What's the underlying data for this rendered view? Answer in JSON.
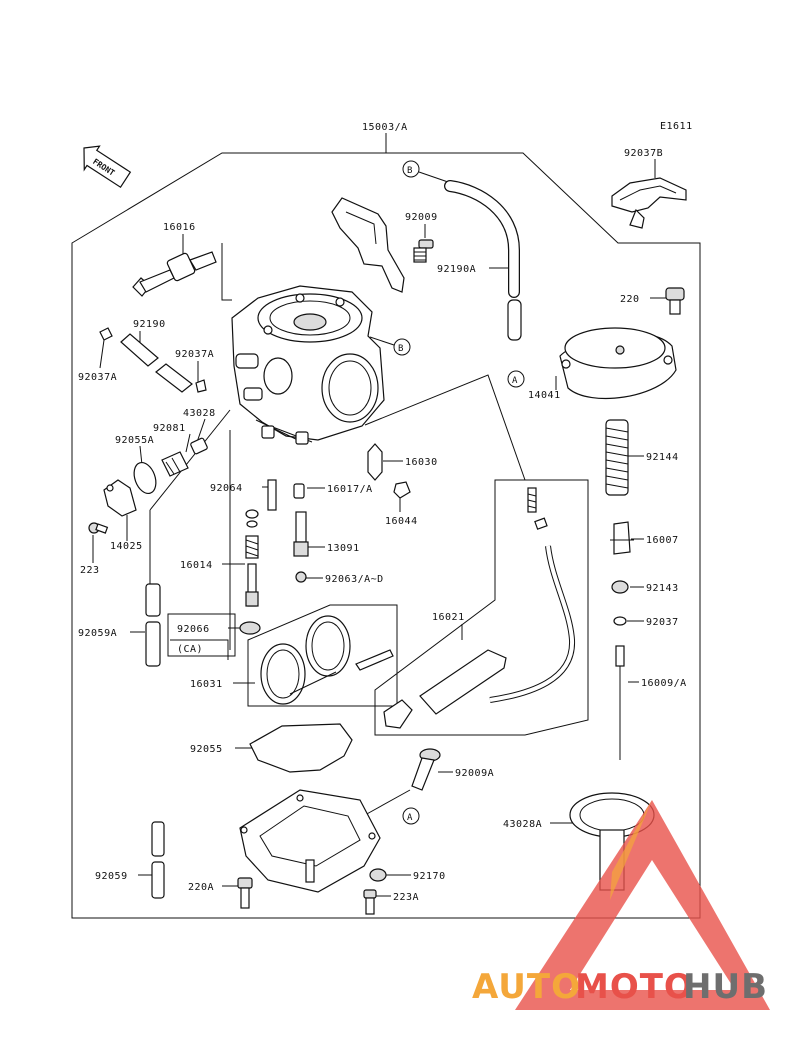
{
  "diagram": {
    "code": "E1611",
    "front_label": "FRONT",
    "labels": {
      "main": "15003/A",
      "p92037B": "92037B",
      "p92009": "92009",
      "p92190A": "92190A",
      "p16016": "16016",
      "p220": "220",
      "p92190": "92190",
      "p92037A_left": "92037A",
      "p92037A": "92037A",
      "p14041": "14041",
      "p43028": "43028",
      "p92081": "92081",
      "p92055A": "92055A",
      "p16030": "16030",
      "p92144": "92144",
      "p92064": "92064",
      "p16017A": "16017/A",
      "p16044": "16044",
      "p14025": "14025",
      "p223": "223",
      "p13091": "13091",
      "p16007": "16007",
      "p16014": "16014",
      "p92063": "92063/A~D",
      "p92143": "92143",
      "p16021": "16021",
      "p92037": "92037",
      "p92059A": "92059A",
      "p92066": "92066",
      "p_ca": "(CA)",
      "p16031": "16031",
      "p16009A": "16009/A",
      "p92055": "92055",
      "p92009A": "92009A",
      "p43028A": "43028A",
      "p92170": "92170",
      "p92059": "92059",
      "p220A": "220A",
      "p223A": "223A"
    },
    "markers": {
      "a": "A",
      "b": "B"
    }
  },
  "watermark": {
    "part1": "AUTO",
    "part2": "MOTO",
    "part3": "HUB",
    "colors": {
      "orange": "#F4A73A",
      "red": "#E8514A",
      "gray": "#6E6E6E"
    }
  }
}
